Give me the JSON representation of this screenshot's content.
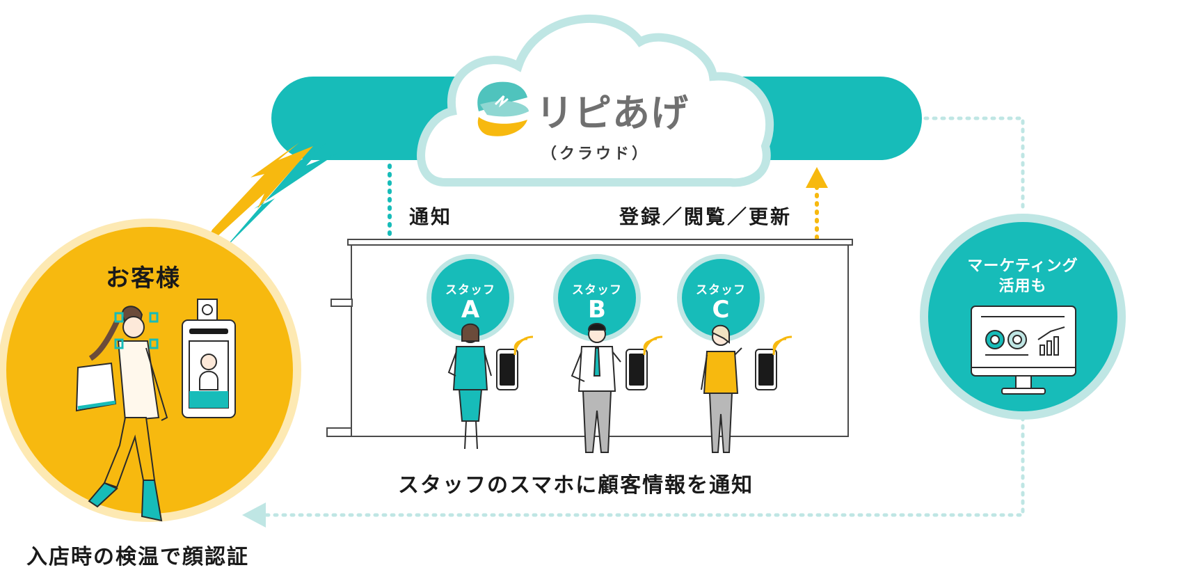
{
  "cloud": {
    "logo_text": "リピあげ",
    "subtitle": "（クラウド）"
  },
  "labels": {
    "notify": "通知",
    "register": "登録／閲覧／更新",
    "customer": "お客様",
    "entry": "入店時の検温で顔認証",
    "store_caption": "スタッフのスマホに顧客情報を通知",
    "marketing_line1": "マーケティング",
    "marketing_line2": "活用も"
  },
  "staff": [
    {
      "label": "スタッフ",
      "letter": "A"
    },
    {
      "label": "スタッフ",
      "letter": "B"
    },
    {
      "label": "スタッフ",
      "letter": "C"
    }
  ],
  "colors": {
    "teal": "#17bcb9",
    "teal_light": "#bfe6e4",
    "yellow": "#f7b90f",
    "yellow_light": "#fde9b3",
    "dark": "#1a1a1a",
    "gray_logo": "#707070"
  },
  "icons": [
    "cloud-icon",
    "logo-icon",
    "face-scanner-icon",
    "smartphone-icon",
    "wifi-signal-icon",
    "monitor-chart-icon",
    "walking-woman-icon",
    "staff-person-icon"
  ]
}
